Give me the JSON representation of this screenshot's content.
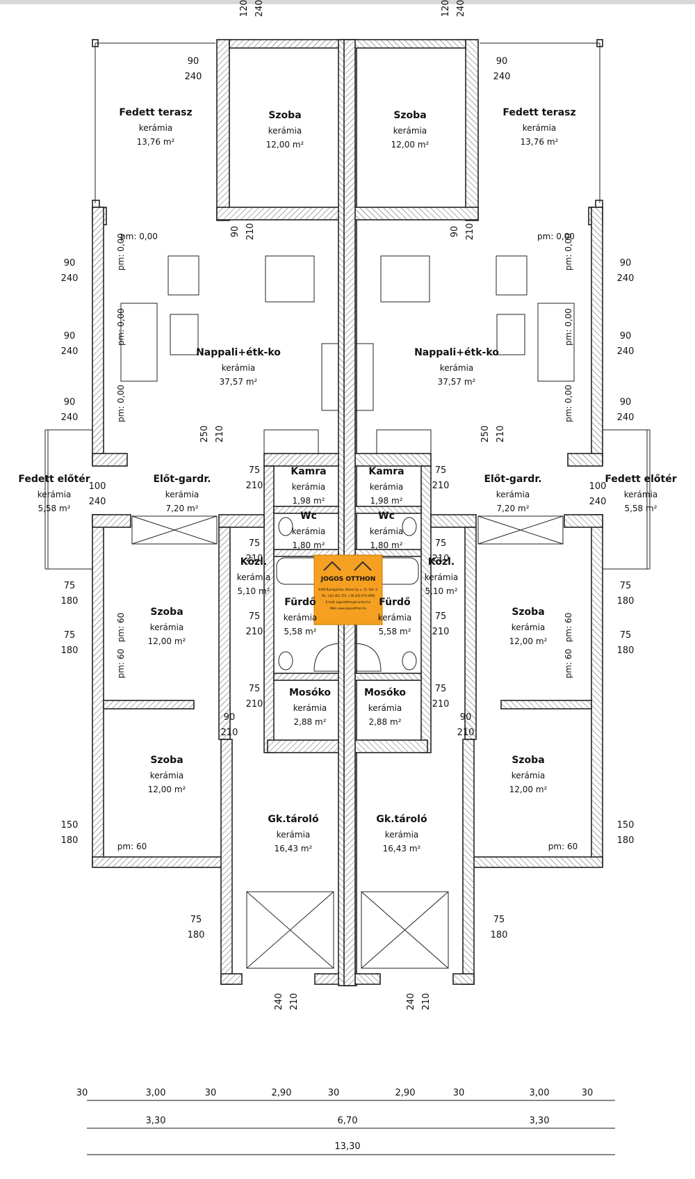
{
  "logo": {
    "title": "JOGOS OTTHON",
    "lines": [
      "4400 Nyíregyháza, Dózsa Gy. u. 15. fszt. 4.",
      "Tel.: (42) 402-755, +36 (20) 973-3090",
      "E-mail: jogosotthon@t-online.hu",
      "Web: www.jogosotthon.hu"
    ]
  },
  "rooms": {
    "terrace": {
      "name": "Fedett terasz",
      "material": "kerámia",
      "area": "13,76 m²"
    },
    "bedroom": {
      "name": "Szoba",
      "material": "kerámia",
      "area": "12,00 m²"
    },
    "living": {
      "name": "Nappali+étk-ko",
      "material": "kerámia",
      "area": "37,57 m²"
    },
    "entry_porch": {
      "name": "Fedett előtér",
      "material": "kerámia",
      "area": "5,58 m²"
    },
    "hall": {
      "name": "Előt-gardr.",
      "material": "kerámia",
      "area": "7,20 m²"
    },
    "pantry": {
      "name": "Kamra",
      "material": "kerámia",
      "area": "1,98 m²"
    },
    "wc": {
      "name": "Wc",
      "material": "kerámia",
      "area": "1,80 m²"
    },
    "corridor": {
      "name": "Közl.",
      "material": "kerámia",
      "area": "5,10 m²"
    },
    "bathroom": {
      "name": "Fürdő",
      "material": "kerámia",
      "area": "5,58 m²"
    },
    "laundry": {
      "name": "Mosóko",
      "material": "kerámia",
      "area": "2,88 m²"
    },
    "garage": {
      "name": "Gk.tároló",
      "material": "kerámia",
      "area": "16,43 m²"
    }
  },
  "openings": [
    [
      "120",
      "240"
    ],
    [
      "90",
      "240"
    ],
    [
      "90",
      "210"
    ],
    [
      "250",
      "210"
    ],
    [
      "100",
      "240"
    ],
    [
      "75",
      "210"
    ],
    [
      "75",
      "180"
    ],
    [
      "150",
      "180"
    ],
    [
      "240",
      "210"
    ],
    [
      "90",
      "210"
    ]
  ],
  "pm_labels": [
    "pm: 0,00",
    "pm: 60"
  ],
  "dimensions": {
    "row1": [
      "30",
      "3,00",
      "30",
      "2,90",
      "30",
      "2,90",
      "30",
      "3,00",
      "30"
    ],
    "row2": [
      "3,30",
      "6,70",
      "3,30"
    ],
    "row3": [
      "13,30"
    ]
  }
}
